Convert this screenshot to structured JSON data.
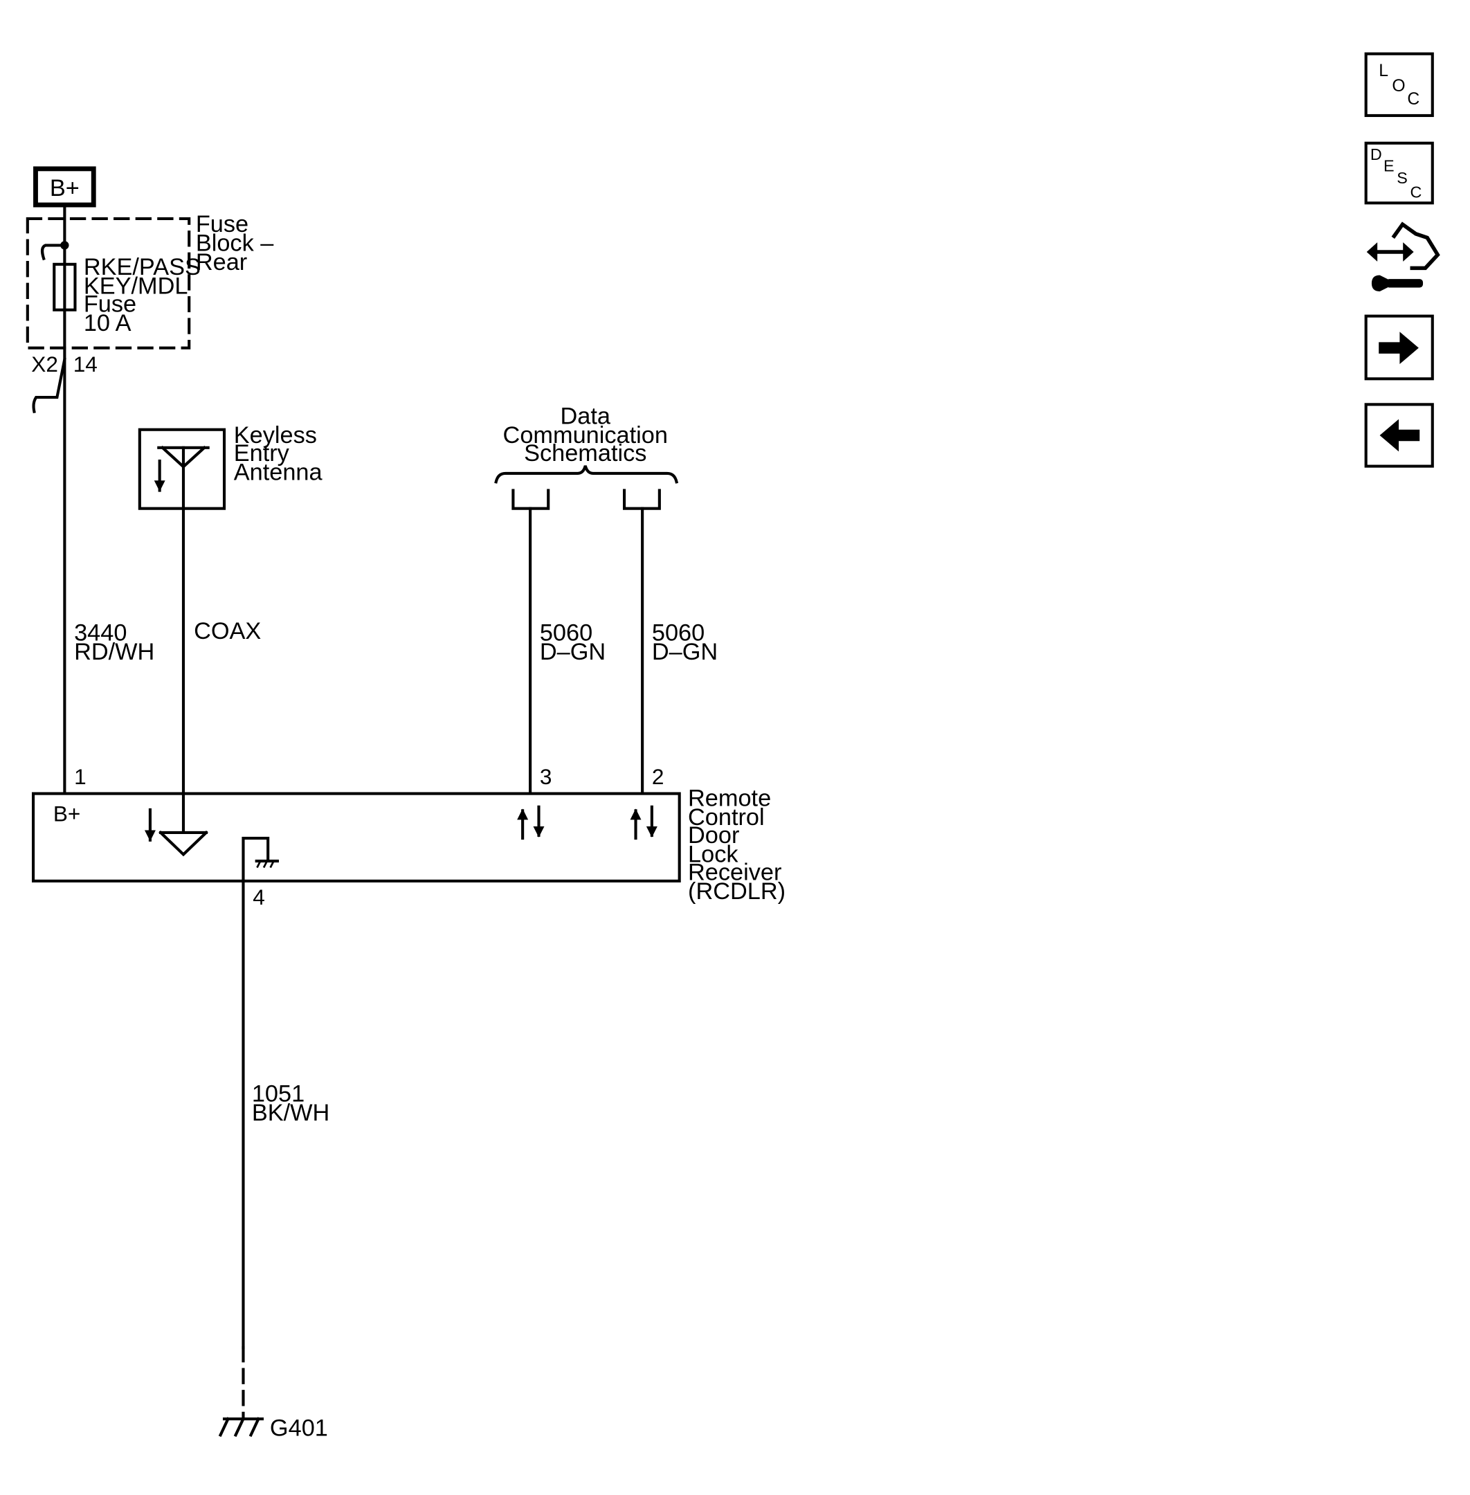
{
  "power": {
    "label": "B+"
  },
  "fuse_block": {
    "name_lines": [
      "Fuse",
      "Block –",
      "Rear"
    ],
    "fuse_lines": [
      "RKE/PASS",
      "KEY/MDL",
      "Fuse",
      "10 A"
    ],
    "connector": "X2",
    "pin": "14"
  },
  "antenna": {
    "label_lines": [
      "Keyless",
      "Entry",
      "Antenna"
    ]
  },
  "data_comm": {
    "label_lines": [
      "Data",
      "Communication",
      "Schematics"
    ]
  },
  "wires": {
    "power": {
      "circuit": "3440",
      "color": "RD/WH"
    },
    "antenna": {
      "label": "COAX"
    },
    "data_left": {
      "circuit": "5060",
      "color": "D–GN"
    },
    "data_right": {
      "circuit": "5060",
      "color": "D–GN"
    },
    "ground": {
      "circuit": "1051",
      "color": "BK/WH"
    }
  },
  "module": {
    "label_lines": [
      "Remote",
      "Control",
      "Door",
      "Lock",
      "Receiver",
      "(RCDLR)"
    ],
    "internal_label": "B+",
    "pins": {
      "power": "1",
      "data_left": "3",
      "data_right": "2",
      "ground": "4"
    }
  },
  "ground": {
    "label": "G401"
  },
  "nav": {
    "loc": {
      "letters": [
        "L",
        "O",
        "C"
      ],
      "icon": "loc-icon"
    },
    "desc": {
      "letters": [
        "D",
        "E",
        "S",
        "C"
      ],
      "icon": "desc-icon"
    },
    "connector": {
      "icon": "connector-wrench-icon"
    },
    "next": {
      "icon": "arrow-right-icon"
    },
    "prev": {
      "icon": "arrow-left-icon"
    }
  }
}
